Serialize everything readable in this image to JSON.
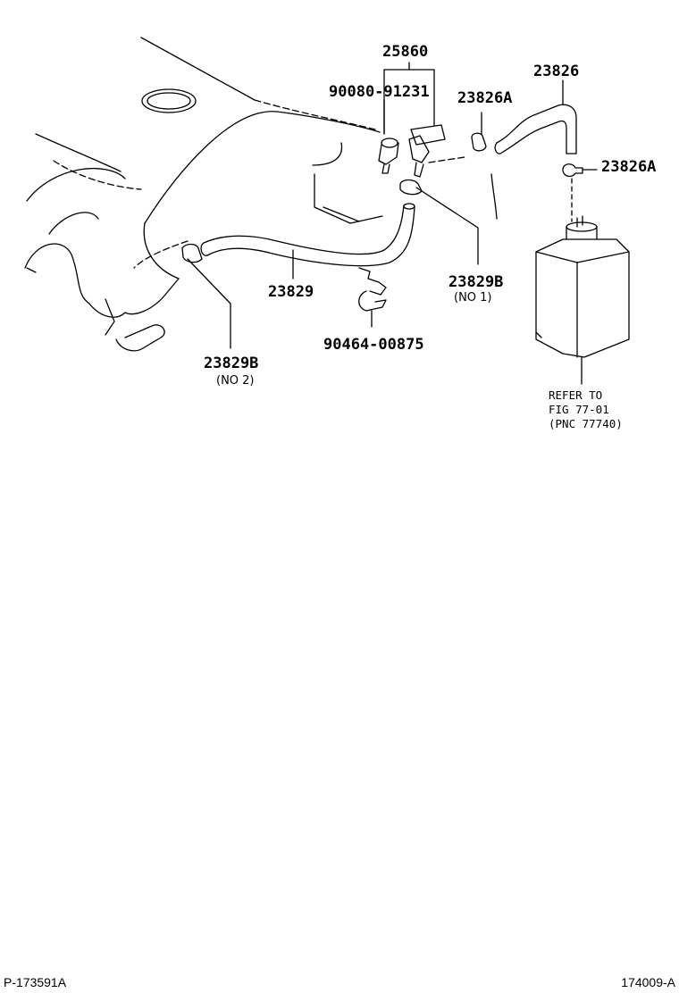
{
  "labels": {
    "p25860": "25860",
    "p90080": "90080-91231",
    "p23826a_top": "23826A",
    "p23826": "23826",
    "p23826a_right": "23826A",
    "p23829": "23829",
    "p23829b_no1": "23829B",
    "no1": "(NO 1)",
    "p90464": "90464-00875",
    "p23829b_no2": "23829B",
    "no2": "(NO 2)"
  },
  "refer": {
    "line1": "REFER TO",
    "line2": "FIG 77-01",
    "line3": "(PNC 77740)"
  },
  "footer": {
    "left": "P-173591A",
    "right": "174009-A"
  },
  "colors": {
    "ink": "#000000",
    "background": "#ffffff"
  }
}
